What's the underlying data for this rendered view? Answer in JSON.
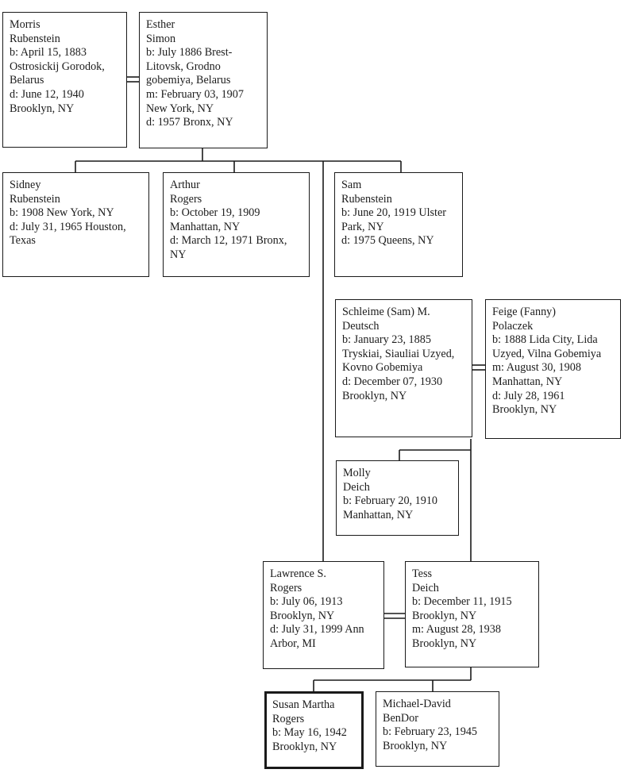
{
  "people": {
    "morris": [
      "Morris",
      "Rubenstein",
      "b: April 15, 1883",
      "Ostrosickij Gorodok,",
      "Belarus",
      "d: June 12, 1940",
      "Brooklyn, NY"
    ],
    "esther": [
      "Esther",
      "Simon",
      "b: July 1886 Brest-",
      "Litovsk, Grodno",
      "gobemiya, Belarus",
      "m: February 03, 1907",
      "New York, NY",
      "d: 1957 Bronx, NY"
    ],
    "sidney": [
      "Sidney",
      "Rubenstein",
      "b: 1908 New York, NY",
      "d: July 31, 1965 Houston,",
      "Texas"
    ],
    "arthur": [
      "Arthur",
      "Rogers",
      "b: October 19, 1909",
      "Manhattan, NY",
      "d: March 12, 1971 Bronx,",
      "NY"
    ],
    "sam_r": [
      "Sam",
      "Rubenstein",
      "b: June 20, 1919 Ulster",
      "Park, NY",
      "d: 1975 Queens, NY"
    ],
    "schleime": [
      "Schleime (Sam) M.",
      "Deutsch",
      "b: January 23, 1885",
      "Tryskiai, Siauliai Uzyed,",
      "Kovno Gobemiya",
      "d: December 07, 1930",
      "Brooklyn, NY"
    ],
    "feige": [
      "Feige (Fanny)",
      "Polaczek",
      "b: 1888 Lida City, Lida",
      "Uzyed, Vilna Gobemiya",
      "m: August 30, 1908",
      "Manhattan, NY",
      "d: July 28, 1961",
      "Brooklyn, NY"
    ],
    "molly": [
      "Molly",
      "Deich",
      "b: February 20, 1910",
      "Manhattan, NY"
    ],
    "lawrence": [
      "Lawrence S.",
      "Rogers",
      "b: July 06, 1913",
      "Brooklyn, NY",
      "d: July 31, 1999 Ann",
      "Arbor, MI"
    ],
    "tess": [
      "Tess",
      "Deich",
      "b: December 11, 1915",
      "Brooklyn, NY",
      "m: August 28, 1938",
      "Brooklyn, NY"
    ],
    "susan": [
      "Susan Martha",
      "Rogers",
      "b: May 16, 1942",
      "Brooklyn, NY"
    ],
    "michael": [
      "Michael-David",
      "BenDor",
      "b: February 23, 1945",
      "Brooklyn, NY"
    ]
  }
}
